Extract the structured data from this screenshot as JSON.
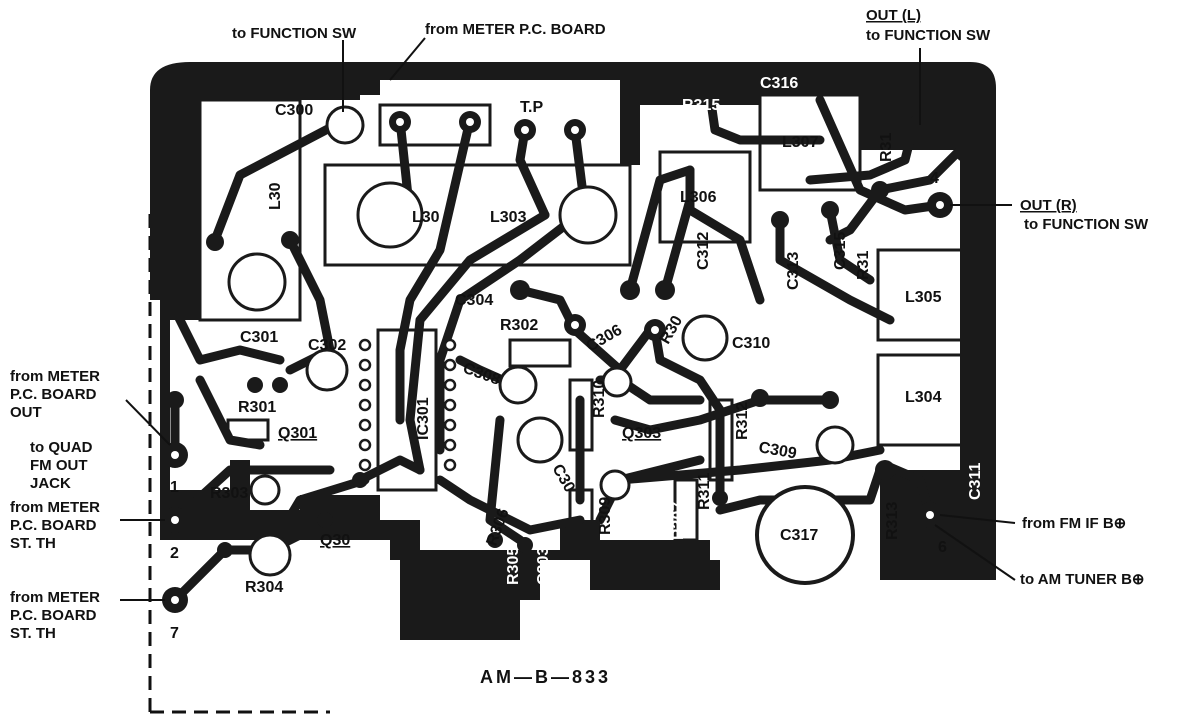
{
  "callouts": {
    "to_function_sw_top": "to FUNCTION SW",
    "from_meter_top": "from METER P.C. BOARD",
    "out_l": [
      "OUT (L)",
      "to FUNCTION SW"
    ],
    "out_r": [
      "OUT (R)",
      "to FUNCTION SW"
    ],
    "meter_out": [
      "from METER",
      "P.C. BOARD",
      "OUT"
    ],
    "quad": [
      "to QUAD",
      "FM OUT",
      "JACK"
    ],
    "meter_st_th_2": [
      "from METER",
      "P.C. BOARD",
      "ST. TH"
    ],
    "meter_st_th_7": [
      "from METER",
      "P.C. BOARD",
      "ST. TH"
    ],
    "fm_if": "from FM IF B⊕",
    "am_tuner": "to AM TUNER B⊕"
  },
  "pins": {
    "p1": "1",
    "p2": "2",
    "p7": "7",
    "p4": "4",
    "p6": "6"
  },
  "board_code": "AM—B—833",
  "components": {
    "c301": "C301",
    "c302": "C302",
    "r301": "R301",
    "q301": "Q301",
    "r303": "R303",
    "r304": "R304",
    "q302": "Q30",
    "c300": "C300",
    "l30a": "L30",
    "l30b": "L30",
    "l303": "L303",
    "tp": "T.P",
    "r315": "R315",
    "c316": "C316",
    "l307": "L307",
    "r31": "R31",
    "l306": "L306",
    "c312": "C312",
    "c313": "C313",
    "c315": "C315",
    "r31b": "R31",
    "l305": "L305",
    "l304": "L304",
    "c304": "C304",
    "r302": "R302",
    "c306": "C306",
    "r30": "R30",
    "c310": "C310",
    "c308": "C308",
    "ic301": "IC301",
    "r310": "R310",
    "q303": "Q303",
    "r312": "R312",
    "c309": "C309",
    "c30": "C30",
    "r311": "R311",
    "c317": "C317",
    "r313": "R313",
    "c311": "C311",
    "r306": "R306",
    "r305": "R305",
    "c303": "C303",
    "r307": "R307",
    "r309": "R309",
    "q302b": "Q302"
  },
  "colors": {
    "copper": "#1a1a1a",
    "board_bg": "#ffffff",
    "ink": "#111111"
  }
}
